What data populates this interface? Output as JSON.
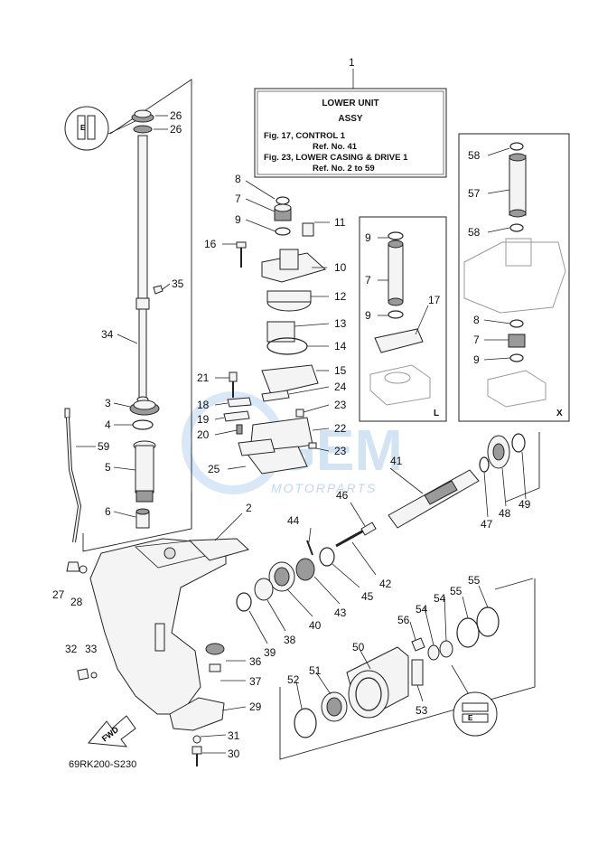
{
  "assembly_label": {
    "ref": "1",
    "line1": "LOWER UNIT",
    "line2": "ASSY",
    "line3": "Fig. 17, CONTROL 1",
    "line4": "Ref. No. 41",
    "line5": "Fig. 23, LOWER CASING & DRIVE 1",
    "line6": "Ref. No. 2 to 59"
  },
  "variants": {
    "l": "L",
    "x": "X"
  },
  "drawing_code": "69RK200-S230",
  "fwd_label": "FWD",
  "watermark": {
    "brand": "GEM",
    "sub": "MOTORPARTS"
  },
  "callouts": {
    "c26a": "26",
    "c26b": "26",
    "c35": "35",
    "c34": "34",
    "c3": "3",
    "c4": "4",
    "c59": "59",
    "c5": "5",
    "c6": "6",
    "c27": "27",
    "c28": "28",
    "c32": "32",
    "c33": "33",
    "c8": "8",
    "c7": "7",
    "c9": "9",
    "c11": "11",
    "c16": "16",
    "c10": "10",
    "c12": "12",
    "c13": "13",
    "c14": "14",
    "c15": "15",
    "c21": "21",
    "c24": "24",
    "c18": "18",
    "c23a": "23",
    "c19": "19",
    "c22": "22",
    "c20": "20",
    "c23b": "23",
    "c25": "25",
    "cL9a": "9",
    "cL7": "7",
    "cL17": "17",
    "cL9b": "9",
    "cX58a": "58",
    "cX57": "57",
    "cX58b": "58",
    "cX8": "8",
    "cX7": "7",
    "cX9": "9",
    "c2": "2",
    "c44": "44",
    "c46": "46",
    "c41": "41",
    "c42": "42",
    "c45": "45",
    "c43": "43",
    "c40": "40",
    "c38": "38",
    "c39": "39",
    "c36": "36",
    "c37": "37",
    "c29": "29",
    "c31": "31",
    "c30": "30",
    "c47": "47",
    "c48": "48",
    "c49": "49",
    "c55a": "55",
    "c55b": "55",
    "c54a": "54",
    "c54b": "54",
    "c56": "56",
    "c50": "50",
    "c51": "51",
    "c52": "52",
    "c53": "53"
  },
  "icons": [
    "grease-icon",
    "fwd-arrow-icon",
    "seal-lubricant-icon"
  ]
}
